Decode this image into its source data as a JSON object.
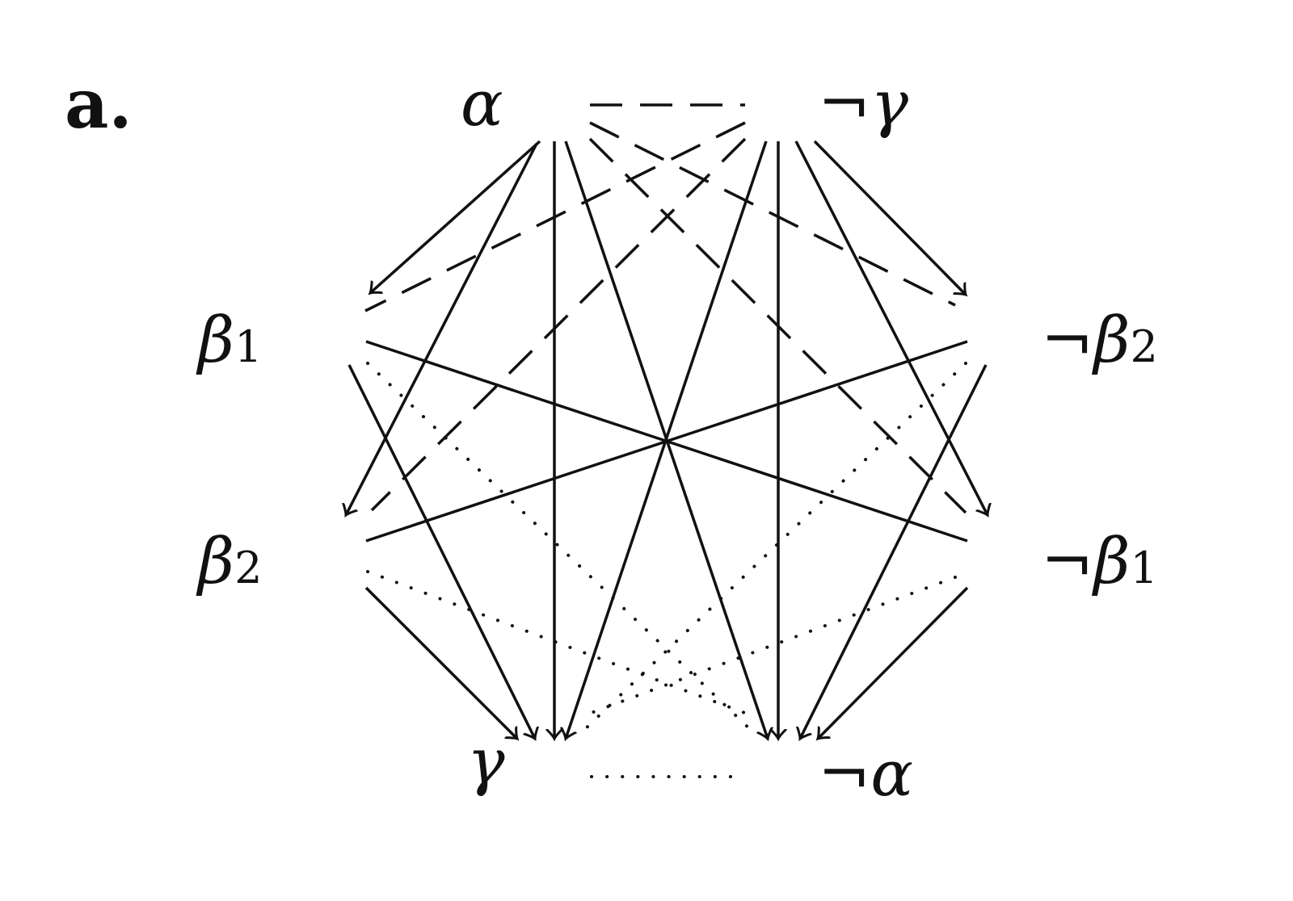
{
  "panel_label": "a.",
  "nodes": {
    "alpha": {
      "neg": "",
      "symbol": "α",
      "sub": ""
    },
    "not_gamma": {
      "neg": "¬",
      "symbol": "γ",
      "sub": ""
    },
    "beta1": {
      "neg": "",
      "symbol": "β",
      "sub": "1"
    },
    "not_beta2": {
      "neg": "¬",
      "symbol": "β",
      "sub": "2"
    },
    "beta2": {
      "neg": "",
      "symbol": "β",
      "sub": "2"
    },
    "not_beta1": {
      "neg": "¬",
      "symbol": "β",
      "sub": "1"
    },
    "gamma": {
      "neg": "",
      "symbol": "γ",
      "sub": ""
    },
    "not_alpha": {
      "neg": "¬",
      "symbol": "α",
      "sub": ""
    }
  }
}
